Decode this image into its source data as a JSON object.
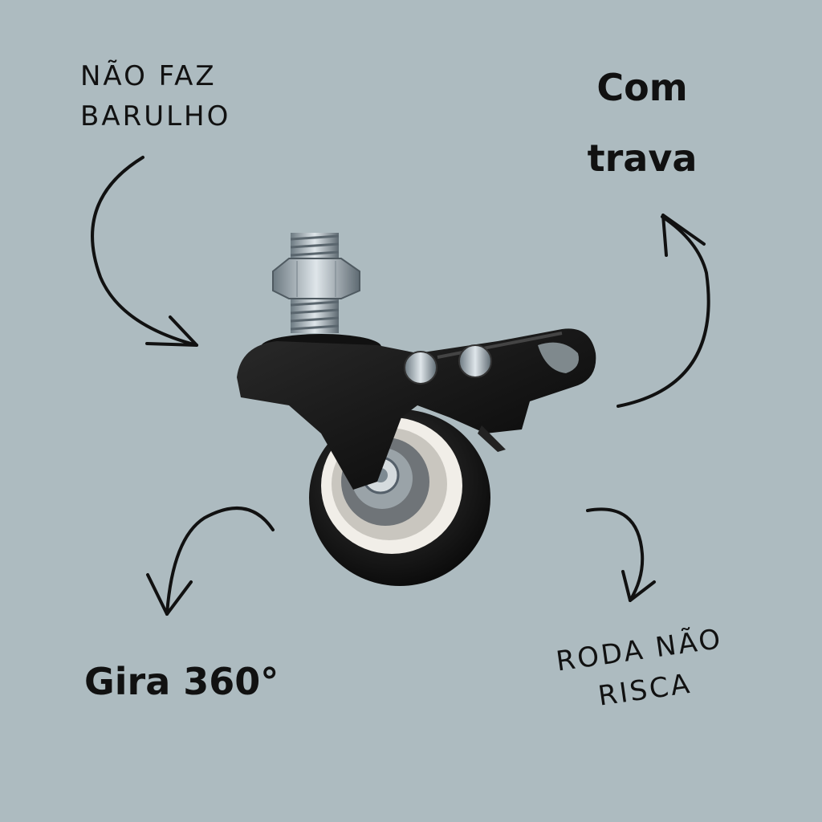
{
  "labels": {
    "top_left": {
      "line1": "NÃO FAZ",
      "line2": "BARULHO"
    },
    "top_right": {
      "line1": "Com",
      "line2": "trava"
    },
    "bottom_left": {
      "line1": "Gira 360°"
    },
    "bottom_right": {
      "line1": "RODA NÃO",
      "line2": "RISCA"
    }
  },
  "colors": {
    "background": "#adbbc0",
    "text": "#111111"
  }
}
